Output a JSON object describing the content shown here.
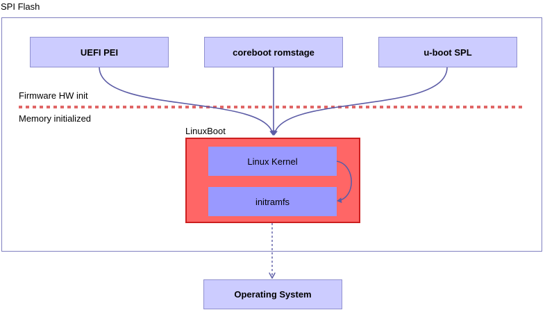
{
  "container": {
    "label": "SPI Flash"
  },
  "boot_stages": [
    {
      "label": "UEFI PEI"
    },
    {
      "label": "coreboot romstage"
    },
    {
      "label": "u-boot SPL"
    }
  ],
  "boundary": {
    "above_label": "Firmware HW init",
    "below_label": "Memory initialized"
  },
  "linuxboot": {
    "label": "LinuxBoot",
    "components": [
      {
        "label": "Linux Kernel"
      },
      {
        "label": "initramfs"
      }
    ]
  },
  "target": {
    "label": "Operating System"
  },
  "colors": {
    "stage_fill": "#ccccff",
    "linuxboot_fill": "#ff6666",
    "component_fill": "#9999ff",
    "connector": "#5c5ca6",
    "boundary_line": "#e06666"
  }
}
